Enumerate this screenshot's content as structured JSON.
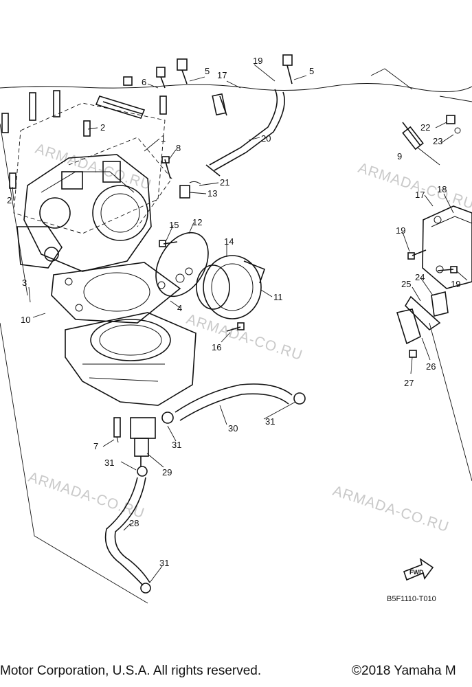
{
  "diagram": {
    "code": "B5F1110-T010",
    "fwd_label": "FWD",
    "watermark": "ARMADA-CO.RU",
    "callouts": {
      "c1": "1",
      "c2a": "2",
      "c2b": "2",
      "c3": "3",
      "c4": "4",
      "c5a": "5",
      "c5b": "5",
      "c6a": "6",
      "c7": "7",
      "c8": "8",
      "c9": "9",
      "c10": "10",
      "c11": "11",
      "c12": "12",
      "c13": "13",
      "c14": "14",
      "c15": "15",
      "c16": "16",
      "c17a": "17",
      "c17b": "17",
      "c18": "18",
      "c19a": "19",
      "c19b": "19",
      "c19c": "19",
      "c20": "20",
      "c21": "21",
      "c22": "22",
      "c23": "23",
      "c24": "24",
      "c25": "25",
      "c26": "26",
      "c27": "27",
      "c28": "28",
      "c29": "29",
      "c30": "30",
      "c31a": "31",
      "c31b": "31",
      "c31c": "31",
      "c31d": "31"
    }
  },
  "footer": {
    "left": "Motor Corporation, U.S.A. All rights reserved.",
    "right": "©2018 Yamaha M"
  }
}
